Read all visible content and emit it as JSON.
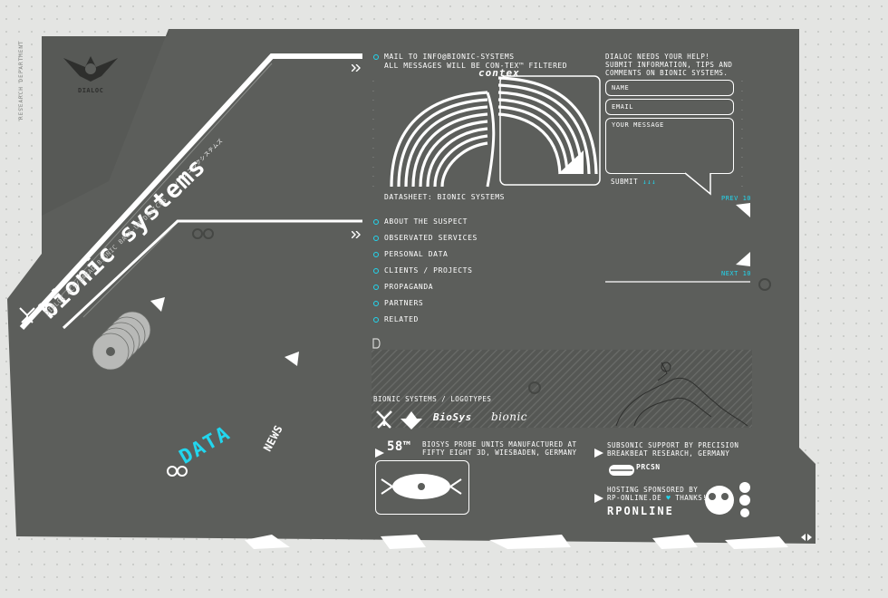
{
  "side_label": "RESEARCH DEPARTMENT",
  "brand": {
    "logo_text": "DIALOC",
    "title": "bionic systems",
    "katakana": "バイオニックシステムズ",
    "subtitle": "DIALOC ACS/BARAD BIONIC BACK-UP DEVICES"
  },
  "data_label": "DATA",
  "news_label": "NEWS",
  "mail": {
    "line1": "MAIL TO INFO@BIONIC-SYSTEMS",
    "line2": "ALL MESSAGES WILL BE CON-TEX™ FILTERED",
    "contex": "contex"
  },
  "datasheet": "DATASHEET: BIONIC SYSTEMS",
  "nav": [
    "ABOUT THE SUSPECT",
    "OBSERVATED SERVICES",
    "PERSONAL DATA",
    "CLIENTS / PROJECTS",
    "PROPAGANDA",
    "PARTNERS",
    "RELATED"
  ],
  "form": {
    "intro1": "DIALOC NEEDS YOUR HELP!",
    "intro2": "SUBMIT INFORMATION, TIPS AND",
    "intro3": "COMMENTS ON BIONIC SYSTEMS.",
    "name_placeholder": "NAME",
    "email_placeholder": "EMAIL",
    "message_placeholder": "YOUR MESSAGE",
    "submit": "SUBMIT",
    "submit_arrows": "↓↓↓"
  },
  "prev": "PREV 10",
  "next": "NEXT 10",
  "logotypes_title": "BIONIC SYSTEMS / LOGOTYPES",
  "logotypes": [
    "BioSys",
    "bionic"
  ],
  "credit_58": {
    "badge": "58™",
    "line1": "BIOSYS PROBE UNITS MANUFACTURED AT",
    "line2": "FIFTY EIGHT 3D, WIESBADEN, GERMANY"
  },
  "credit_audio": {
    "line1": "SUBSONIC SUPPORT BY PRECISION",
    "line2": "BREAKBEAT RESEARCH, GERMANY",
    "logo": "PRCSN"
  },
  "credit_hosting": {
    "line1": "HOSTING SPONSORED BY",
    "line2": "RP-ONLINE.DE",
    "thanks": "THANKS!",
    "logo": "RPONLINE",
    "heart": "♥"
  },
  "colors": {
    "panel": "#5c5e5b",
    "panel_dark": "#4f514e",
    "accent": "#22d6ee",
    "white": "#ffffff"
  }
}
